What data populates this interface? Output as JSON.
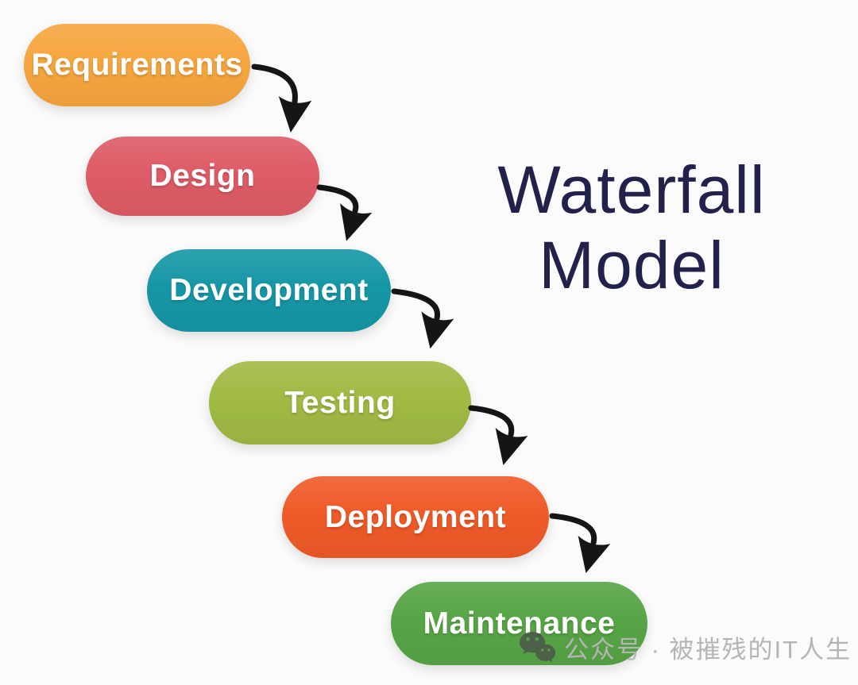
{
  "diagram": {
    "title_line1": "Waterfall",
    "title_line2": "Model",
    "title_color": "#21214B",
    "background": "#FBFBFB",
    "arrow_color": "#151515",
    "label_text_color": "#FFFFFF",
    "stages": [
      {
        "label": "Requirements",
        "color": "#F6A63F"
      },
      {
        "label": "Design",
        "color": "#DE5C67"
      },
      {
        "label": "Development",
        "color": "#1697A6"
      },
      {
        "label": "Testing",
        "color": "#A0BA44"
      },
      {
        "label": "Deployment",
        "color": "#F05A28"
      },
      {
        "label": "Maintenance",
        "color": "#57A546"
      }
    ]
  },
  "watermark": {
    "icon": "wechat-icon",
    "text": "公众号 · 被摧残的IT人生",
    "text_color": "#B5B5B5",
    "icon_color": "#4A4A4A"
  }
}
